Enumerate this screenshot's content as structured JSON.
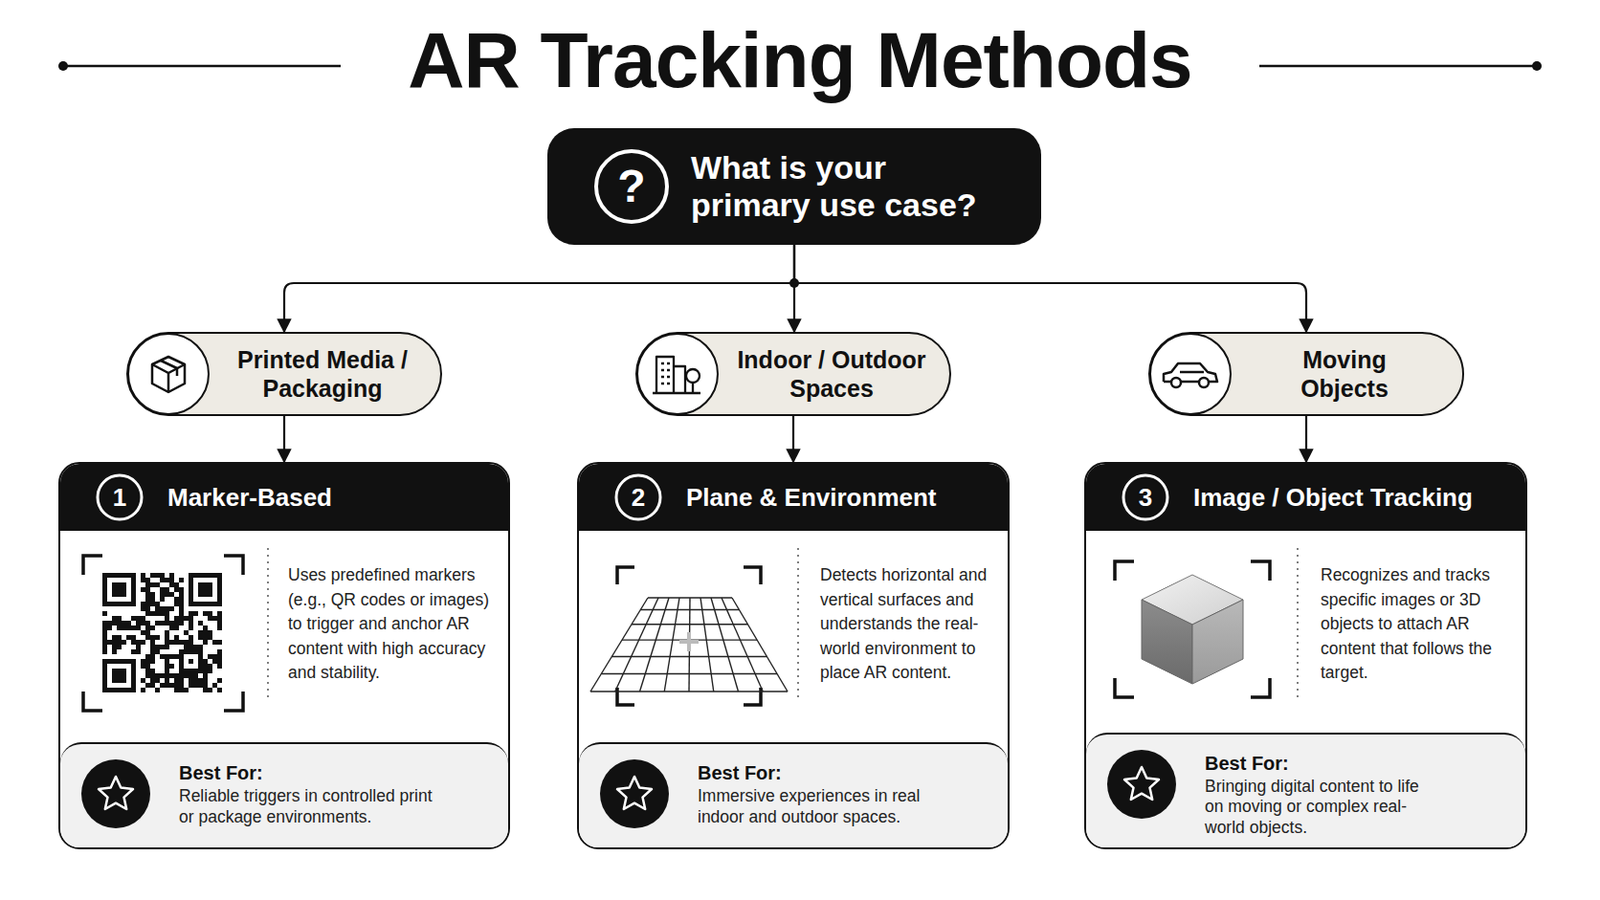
{
  "diagram": {
    "title": "AR Tracking Methods",
    "nodes": [
      {
        "text": [
          "?",
          "What is your primary use case?"
        ]
      },
      {
        "text": [
          "Printed Media / Packaging"
        ]
      },
      {
        "text": [
          "Indoor / Outdoor Spaces"
        ]
      },
      {
        "text": [
          "Moving Objects"
        ]
      },
      {
        "text": [
          "1",
          "Marker-Based",
          "Uses predefined markers (e.g., QR codes or images) to trigger and anchor AR content with high accuracy and stability."
        ]
      },
      {
        "text": [
          "Best For:",
          "Reliable triggers in controlled print or package environments."
        ],
        "in": 4
      },
      {
        "text": [
          "2",
          "Plane & Environment",
          "Detects horizontal and vertical surfaces and understands the real-world environment to place AR content."
        ]
      },
      {
        "text": [
          "Best For:",
          "Immersive experiences in real indoor and outdoor spaces."
        ],
        "in": 6
      },
      {
        "text": [
          "3",
          "Image / Object Tracking",
          "Recognizes and tracks specific images or 3D objects to attach AR content that follows the target."
        ]
      },
      {
        "text": [
          "Best For:",
          "Bringing digital content to life on moving or complex real-world objects."
        ],
        "in": 8
      }
    ],
    "edges": [
      {
        "from": 0,
        "to": 1,
        "arrow": "to"
      },
      {
        "from": 0,
        "to": 2,
        "arrow": "to"
      },
      {
        "from": 0,
        "to": 3,
        "arrow": "to"
      },
      {
        "from": 1,
        "to": 4,
        "arrow": "to"
      },
      {
        "from": 2,
        "to": 6,
        "arrow": "to"
      },
      {
        "from": 3,
        "to": 8,
        "arrow": "to"
      }
    ]
  }
}
